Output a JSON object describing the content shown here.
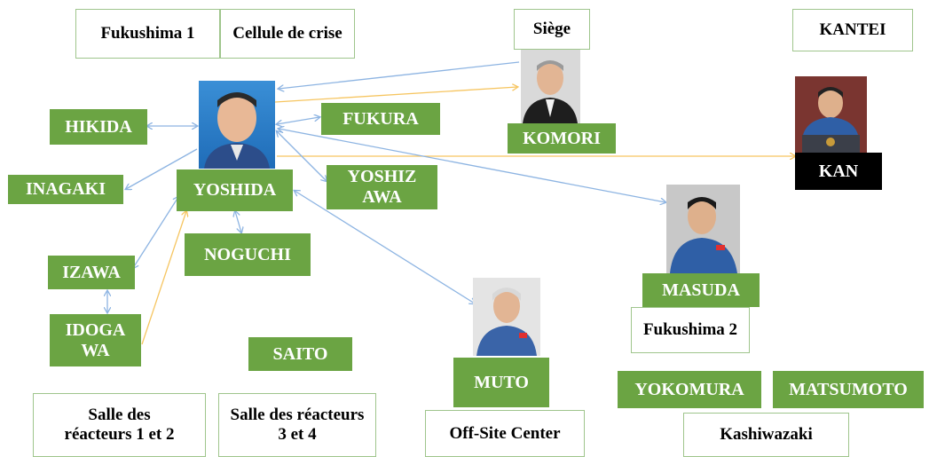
{
  "locations": {
    "fukushima1": "Fukushima 1",
    "cellule": "Cellule de crise",
    "siege": "Siège",
    "kantei": "KANTEI",
    "fukushima2": "Fukushima 2",
    "salle12": "Salle des réacteurs 1 et 2",
    "salle34": "Salle des réacteurs 3 et 4",
    "offsite": "Off-Site Center",
    "kashiwazaki": "Kashiwazaki"
  },
  "people": {
    "hikida": "HIKIDA",
    "inagaki": "INAGAKI",
    "yoshida": "YOSHIDA",
    "fukura": "FUKURA",
    "komori": "KOMORI",
    "yoshizawa": "YOSHIZ AWA",
    "noguchi": "NOGUCHI",
    "izawa": "IZAWA",
    "idogawa": "IDOGA WA",
    "saito": "SAITO",
    "muto": "MUTO",
    "masuda": "MASUDA",
    "yokomura": "YOKOMURA",
    "matsumoto": "MATSUMOTO",
    "kan": "KAN"
  },
  "colors": {
    "person_box": "#6ba443",
    "location_border": "#9fc58c",
    "blue_link": "#8db4e2",
    "orange_link": "#f6c560"
  }
}
